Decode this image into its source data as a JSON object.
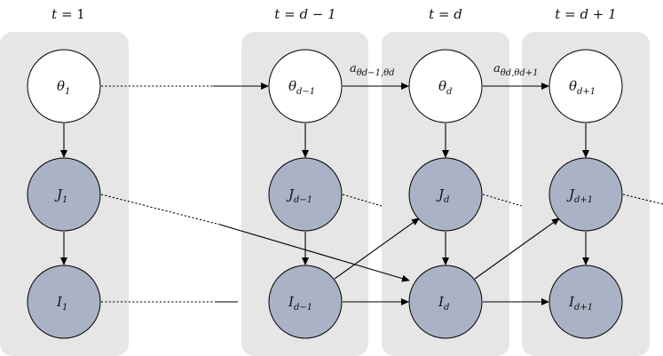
{
  "columns": [
    {
      "header": {
        "var": "t",
        "eq": " = ",
        "rest": "1"
      }
    },
    {
      "header": {
        "var": "t",
        "eq": " = ",
        "rest": "d − 1"
      }
    },
    {
      "header": {
        "var": "t",
        "eq": " = ",
        "rest": "d"
      }
    },
    {
      "header": {
        "var": "t",
        "eq": " = ",
        "rest": "d + 1"
      }
    }
  ],
  "nodes": {
    "theta_1": {
      "base": "θ",
      "sub": "1"
    },
    "theta_dm1": {
      "base": "θ",
      "sub": "d−1"
    },
    "theta_d": {
      "base": "θ",
      "sub": "d"
    },
    "theta_dp1": {
      "base": "θ",
      "sub": "d+1"
    },
    "J_1": {
      "base": "J",
      "sub": "1"
    },
    "J_dm1": {
      "base": "J",
      "sub": "d−1"
    },
    "J_d": {
      "base": "J",
      "sub": "d"
    },
    "J_dp1": {
      "base": "J",
      "sub": "d+1"
    },
    "I_1": {
      "base": "I",
      "sub": "1"
    },
    "I_dm1": {
      "base": "I",
      "sub": "d−1"
    },
    "I_d": {
      "base": "I",
      "sub": "d"
    },
    "I_dp1": {
      "base": "I",
      "sub": "d+1"
    }
  },
  "edge_labels": {
    "a1": {
      "base": "a",
      "sub": "θd−1,θd"
    },
    "a2": {
      "base": "a",
      "sub": "θd,θd+1"
    }
  },
  "colors": {
    "panel": "#e6e6e6",
    "shaded_node": "#aab3c5",
    "white_node": "#ffffff"
  }
}
